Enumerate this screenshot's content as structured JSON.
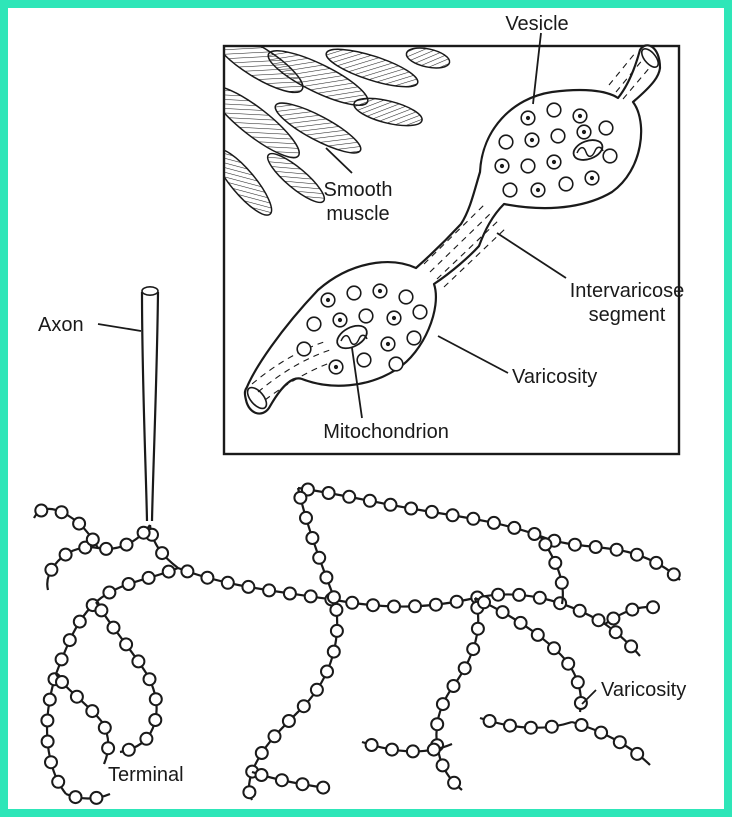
{
  "figure": {
    "labels": {
      "vesicle": "Vesicle",
      "smooth_muscle_1": "Smooth",
      "smooth_muscle_2": "muscle",
      "intervaricose_1": "Intervaricose",
      "intervaricose_2": "segment",
      "varicosity_inset": "Varicosity",
      "mitochondrion": "Mitochondrion",
      "axon": "Axon",
      "varicosity_main": "Varicosity",
      "terminal": "Terminal"
    },
    "colors": {
      "border": "#2ee6b8",
      "ink": "#1a1a1a",
      "paper": "#ffffff"
    }
  }
}
